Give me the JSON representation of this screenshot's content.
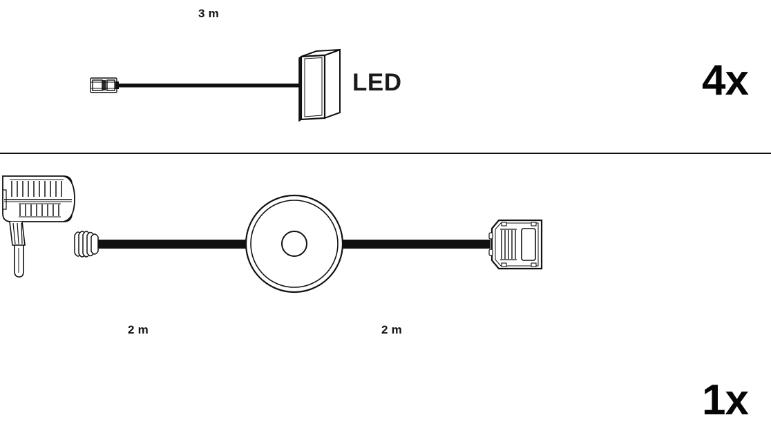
{
  "page": {
    "title": "LED set contents diagram",
    "background_color": "#ffffff",
    "line_color": "#111111",
    "cable_color": "#101010"
  },
  "divider": {
    "name": "row-divider",
    "color": "#111111"
  },
  "rows": [
    {
      "id": "led-module-row",
      "quantity": "4x",
      "length_label": "3 m",
      "component_label": "LED",
      "parts": [
        "small-plug-connector",
        "thin-cable",
        "led-panel-module"
      ]
    },
    {
      "id": "power-supply-row",
      "quantity": "1x",
      "length_label_left": "2 m",
      "length_label_right": "2 m",
      "parts": [
        "wall-plug-power-adapter",
        "thick-cable",
        "round-distributor",
        "thick-cable",
        "driver-connector-block"
      ]
    }
  ],
  "labels": {
    "length_3m": "3 m",
    "length_2m_left": "2 m",
    "length_2m_right": "2 m",
    "led": "LED",
    "qty_led": "4x",
    "qty_supply": "1x"
  }
}
